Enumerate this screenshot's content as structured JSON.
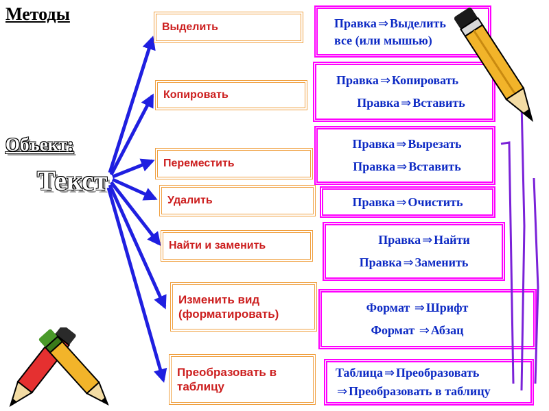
{
  "title": "Методы",
  "object_label": "Объект:",
  "object_value": "Текст",
  "arrow_symbol": "⇒",
  "methods": [
    {
      "label": "Выделить"
    },
    {
      "label": "Копировать"
    },
    {
      "label": "Переместить"
    },
    {
      "label": "Удалить"
    },
    {
      "label": "Найти и заменить"
    },
    {
      "label": "Изменить вид (форматировать)"
    },
    {
      "label": "Преобразовать в таблицу"
    }
  ],
  "actions": [
    {
      "lines": [
        [
          "Правка",
          "Выделить"
        ],
        [
          "все (или мышью)"
        ]
      ]
    },
    {
      "lines": [
        [
          "Правка",
          "Копировать"
        ],
        [
          "Правка",
          "Вставить"
        ]
      ]
    },
    {
      "lines": [
        [
          "Правка",
          "Вырезать"
        ],
        [
          "Правка",
          "Вставить"
        ]
      ]
    },
    {
      "lines": [
        [
          "Правка",
          "Очистить"
        ]
      ]
    },
    {
      "lines": [
        [
          "Правка",
          "Найти"
        ],
        [
          "Правка",
          "Заменить"
        ]
      ]
    },
    {
      "lines": [
        [
          "Формат ",
          "Шрифт"
        ],
        [
          "Формат ",
          "Абзац"
        ]
      ]
    },
    {
      "lines": [
        [
          "Таблица",
          "Преобразовать"
        ],
        [
          "",
          "Преобразовать в таблицу"
        ]
      ]
    }
  ],
  "colors": {
    "arrow": "#1f1fe0",
    "method_border": "#f0a040",
    "method_text": "#cc1e1e",
    "action_border": "#ff00ff",
    "action_text": "#0d2ac4"
  },
  "decorations": [
    "pencil-icon",
    "pencil-icon",
    "pencil-icon"
  ]
}
